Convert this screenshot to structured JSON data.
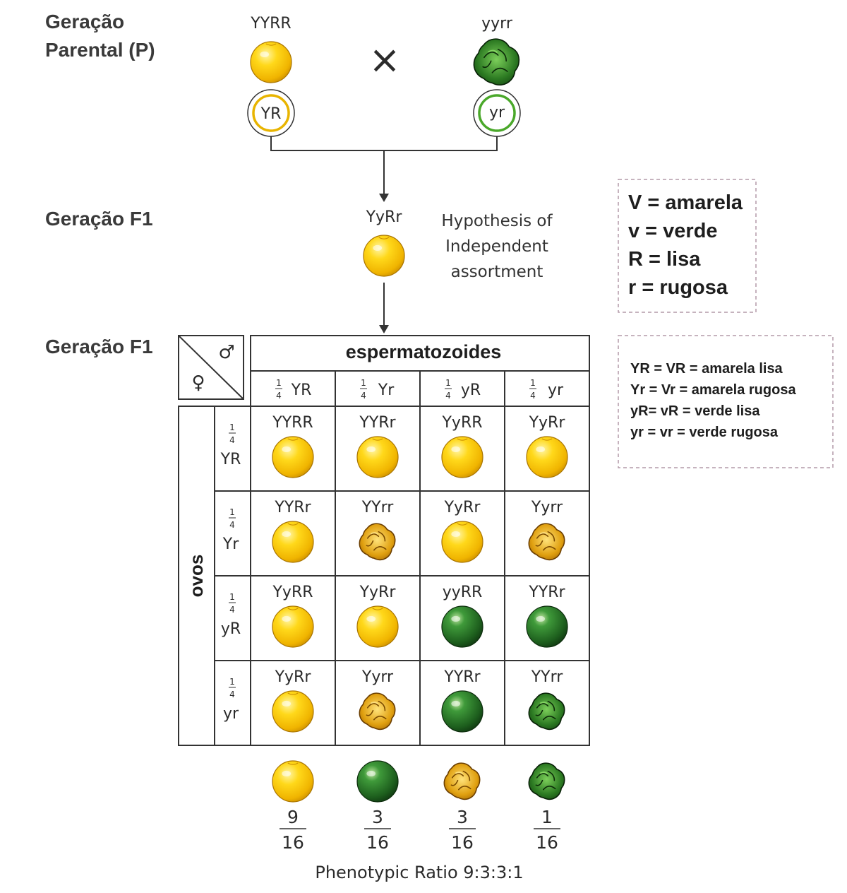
{
  "generations": {
    "parental_line1": "Geração",
    "parental_line2": "Parental (P)",
    "f1_top": "Geração F1",
    "f1_bottom": "Geração F1"
  },
  "parents": {
    "left": {
      "genotype": "YYRR",
      "gamete": "YR",
      "pea": "yellow-round"
    },
    "cross_symbol": "×",
    "right": {
      "genotype": "yyrr",
      "gamete": "yr",
      "pea": "green-wrinkled"
    }
  },
  "f1": {
    "genotype": "YyRr",
    "pea": "yellow-round"
  },
  "hypothesis": [
    "Hypothesis of",
    "Independent",
    "assortment"
  ],
  "key_alleles": [
    "V = amarela",
    "v = verde",
    "R = lisa",
    "r = rugosa"
  ],
  "key_gametes": [
    "YR = VR = amarela lisa",
    "Yr = Vr = amarela rugosa",
    "yR= vR = verde lisa",
    "yr = vr = verde rugosa"
  ],
  "punnett": {
    "male_symbol": "♂",
    "female_symbol": "♀",
    "sperm_header": "espermatozoides",
    "eggs_header": "ovos",
    "fraction_num": "1",
    "fraction_den": "4",
    "columns": [
      "YR",
      "Yr",
      "yR",
      "yr"
    ],
    "rows": [
      "YR",
      "Yr",
      "yR",
      "yr"
    ],
    "cells": [
      [
        {
          "g": "YYRR",
          "p": "yellow-round"
        },
        {
          "g": "YYRr",
          "p": "yellow-round"
        },
        {
          "g": "YyRR",
          "p": "yellow-round"
        },
        {
          "g": "YyRr",
          "p": "yellow-round"
        }
      ],
      [
        {
          "g": "YYRr",
          "p": "yellow-round"
        },
        {
          "g": "YYrr",
          "p": "yellow-wrinkled"
        },
        {
          "g": "YyRr",
          "p": "yellow-round"
        },
        {
          "g": "Yyrr",
          "p": "yellow-wrinkled"
        }
      ],
      [
        {
          "g": "YyRR",
          "p": "yellow-round"
        },
        {
          "g": "YyRr",
          "p": "yellow-round"
        },
        {
          "g": "yyRR",
          "p": "green-round"
        },
        {
          "g": "YYRr",
          "p": "green-round"
        }
      ],
      [
        {
          "g": "YyRr",
          "p": "yellow-round"
        },
        {
          "g": "Yyrr",
          "p": "yellow-wrinkled"
        },
        {
          "g": "YYRr",
          "p": "green-round"
        },
        {
          "g": "YYrr",
          "p": "green-wrinkled"
        }
      ]
    ]
  },
  "phenotypes": [
    {
      "pea": "yellow-round",
      "num": "9",
      "den": "16"
    },
    {
      "pea": "green-round",
      "num": "3",
      "den": "16"
    },
    {
      "pea": "yellow-wrinkled",
      "num": "3",
      "den": "16"
    },
    {
      "pea": "green-wrinkled",
      "num": "1",
      "den": "16"
    }
  ],
  "ratio_label": "Phenotypic Ratio 9:3:3:1",
  "colors": {
    "yellow": "#f5c400",
    "green": "#1f7a1f",
    "gamete_ring_yellow": "#e8b400",
    "gamete_ring_green": "#4aa82a",
    "grid_line": "#333333",
    "key_border": "#b49aa8"
  }
}
